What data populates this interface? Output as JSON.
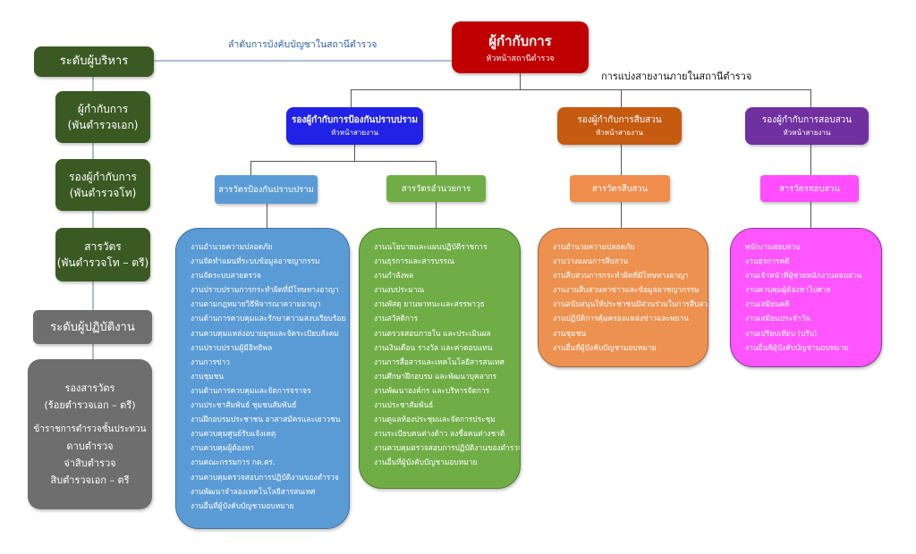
{
  "left_column": {
    "exec_level": "ระดับผู้บริหาร",
    "ranks": [
      {
        "title": "ผู้กำกับการ",
        "rank": "(พันตำรวจเอก)"
      },
      {
        "title": "รองผู้กำกับการ",
        "rank": "(พันตำรวจโท)"
      },
      {
        "title": "สารวัตร",
        "rank": "(พันตำรวจโท – ตรี)"
      }
    ],
    "operator_level": "ระดับผู้ปฏิบัติงาน",
    "operators": {
      "line1": "รองสารวัตร",
      "line2": "(ร้อยตำรวจเอก – ตรี)",
      "line3": "ข้าราชการตำรวจชั้นประทวน",
      "line4": "ดาบตำรวจ",
      "line5": "จ่าสิบตำรวจ",
      "line6": "สิบตำรวจเอก – ตรี"
    }
  },
  "chain_label": "ลำดับการบังคับบัญชาในสถานีตำรวจ",
  "division_label": "การแบ่งสายงานภายในสถานีตำรวจ",
  "head": {
    "title": "ผู้กำกับการ",
    "subtitle": "หัวหน้าสถานีตำรวจ"
  },
  "deputies": [
    {
      "title": "รองผู้กำกับการป้องกันปราบปราม",
      "subtitle": "หัวหน้าสายงาน",
      "color": "#2222e6"
    },
    {
      "title": "รองผู้กำกับการสืบสวน",
      "subtitle": "หัวหน้าสายงาน",
      "color": "#c55a11"
    },
    {
      "title": "รองผู้กำกับการสอบสวน",
      "subtitle": "หัวหน้าสายงาน",
      "color": "#7030a0"
    }
  ],
  "inspectors": [
    {
      "label": "สารวัตรป้องกันปราบปราม",
      "color": "#5b9bd5"
    },
    {
      "label": "สารวัตรอำนวยการ",
      "color": "#70ad47"
    },
    {
      "label": "สารวัตรสืบสวน",
      "color": "#f08c4c"
    },
    {
      "label": "สารวัตรสอบสวน",
      "color": "#ff4dff"
    }
  ],
  "task_lists": [
    {
      "items": [
        "งานอำนวยความปลอดภัย",
        "งานจัดทำแผนที่ระบบข้อมูลอาชญากรรม",
        "งานจัดระบบสายตรวจ",
        "งานปราบปรามการกระทำผิดที่มีโทษทางอาญา",
        "งานตามกฎหมายวิธีพิจารณาความอาญา",
        "งานด้านการควบคุมและรักษาความสงบเรียบร้อย",
        "งานควบคุมแหล่งอบายมุขและจัดระเบียบสังคม",
        "งานปราบปรามผู้มีอิทธิพล",
        "งานการข่าว",
        "งานชุมชน",
        "งานด้านการควบคุมและจัดการจราจร",
        "งานประชาสัมพันธ์ ชุมชนสัมพันธ์",
        "งานฝึกอบรมประชาชน อาสาสมัครและเยาวชน",
        "งานควบคุมศูนย์รับแจ้งเหตุ",
        "งานควบคุมผู้ต้องหา",
        "งานคณะกรรมการ กต.ตร.",
        "งานควบคุมตรวจสอบการปฏิบัติงานของตำรวจ",
        "งานพัฒนาจำลองเทคโนโลยีสารสนเทศ",
        "งานอื่นที่ผู้บังคับบัญชามอบหมาย"
      ]
    },
    {
      "items": [
        "งานนโยบายและแผนปฏิบัติราชการ",
        "งานธุรการและสารบรรณ",
        "งานกำลังพล",
        "งานงบประมาณ",
        "งานพัสดุ ยานพาหนะและสรรพาวุธ",
        "งานสวัสดิการ",
        "งานตรวจสอบภายใน และประเมินผล",
        "งานเงินเดือน รางวัล และค่าตอบแทน",
        "งานการสื่อสารและเทคโนโลยีสารสนเทศ",
        "งานศึกษาฝึกอบรม และพัฒนาบุคลากร",
        "งานพัฒนาองค์กร และบริหารจัดการ",
        "งานประชาสัมพันธ์",
        "งานดูแลห้องประชุมและจัดการประชุม",
        "งานระเบียบคนต่างด้าว ลงชื่อคนต่างชาติ",
        "งานควบคุมตรวจสอบการปฏิบัติงานของตำรวจ",
        "งานอื่นที่ผู้บังคับบัญชามอบหมาย"
      ]
    },
    {
      "items": [
        "งานอำนวยความปลอดภัย",
        "งานวางแผนการสืบสวน",
        "งานสืบสวนการกระทำผิดที่มีโทษทางอาญา",
        "งานงานสืบสวนหาข่าวและข้อมูลอาชญากรรม",
        "งานสนับสนุนให้ประชาชนมีส่วนร่วมในการสืบสวน",
        "งานปฏิบัติการคุ้มครองแหล่งข่าวและพยาน",
        "งานชุมชน",
        "งานอื่นที่ผู้บังคับบัญชามอบหมาย"
      ]
    },
    {
      "items": [
        "พนักงานสอบสวน",
        "งานธุรการคดี",
        "งานเจ้าหน้าที่ผู้ช่วยพนักงานสอบสวน",
        "งานควบคุมผู้ต้องหาไปศาล",
        "งานเสมียนคดี",
        "งานเสมียนประจำวัน",
        "งานเปรียบเทียบ (ปรับ)",
        "งานอื่นที่ผู้บังคับบัญชามอบหมาย"
      ]
    }
  ]
}
